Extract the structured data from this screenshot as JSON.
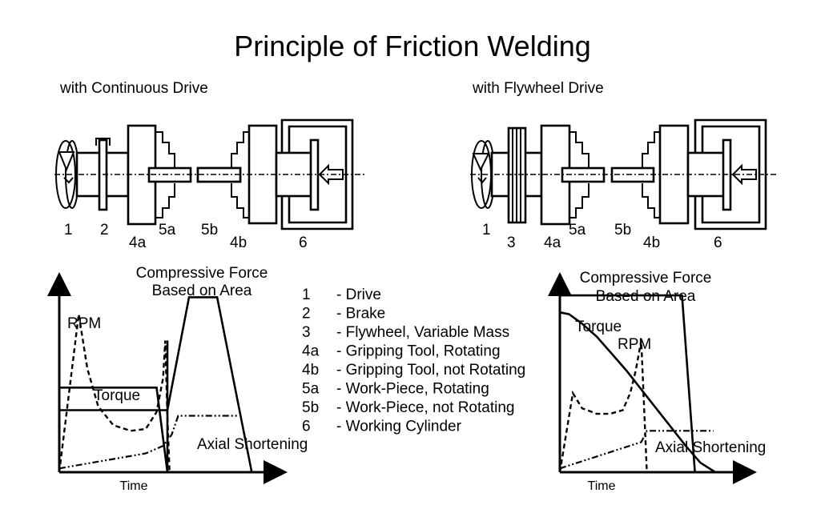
{
  "title": "Principle of Friction Welding",
  "left_section": {
    "subtitle": "with Continuous Drive",
    "part_labels": [
      "1",
      "2",
      "4a",
      "5a",
      "5b",
      "4b",
      "6"
    ]
  },
  "right_section": {
    "subtitle": "with Flywheel Drive",
    "part_labels": [
      "1",
      "3",
      "4a",
      "5a",
      "5b",
      "4b",
      "6"
    ]
  },
  "legend": [
    {
      "key": "1",
      "desc": "- Drive"
    },
    {
      "key": "2",
      "desc": "- Brake"
    },
    {
      "key": "3",
      "desc": "- Flywheel, Variable Mass"
    },
    {
      "key": "4a",
      "desc": "- Gripping Tool, Rotating"
    },
    {
      "key": "4b",
      "desc": "- Gripping Tool, not Rotating"
    },
    {
      "key": "5a",
      "desc": "- Work-Piece, Rotating"
    },
    {
      "key": "5b",
      "desc": "- Work-Piece, not Rotating"
    },
    {
      "key": "6",
      "desc": "- Working Cylinder"
    }
  ],
  "chart_data": [
    {
      "type": "line",
      "name": "continuous-drive-chart",
      "xlabel": "Time",
      "ylabel": "",
      "xlim": [
        0,
        100
      ],
      "ylim": [
        0,
        100
      ],
      "annotations": {
        "force_line1": "Compressive Force",
        "force_line2": "Based on Area",
        "rpm": "RPM",
        "torque": "Torque",
        "axial": "Axial Shortening"
      },
      "series": [
        {
          "name": "Compressive Force",
          "style": "solid",
          "x": [
            0,
            50,
            60,
            73,
            89
          ],
          "y": [
            33,
            33,
            93,
            93,
            0
          ]
        },
        {
          "name": "Torque",
          "style": "solid",
          "x": [
            0,
            45,
            50,
            50
          ],
          "y": [
            45,
            45,
            0,
            70
          ]
        },
        {
          "name": "RPM",
          "style": "dashed",
          "x": [
            0,
            9,
            13,
            18,
            25,
            33,
            40,
            45,
            48,
            49,
            50,
            51
          ],
          "y": [
            0,
            84,
            55,
            35,
            25,
            22,
            23,
            32,
            50,
            70,
            30,
            0
          ]
        },
        {
          "name": "Axial Shortening",
          "style": "dashdot",
          "x": [
            0,
            40,
            48,
            52,
            55,
            83
          ],
          "y": [
            2,
            10,
            14,
            20,
            30,
            30
          ]
        }
      ]
    },
    {
      "type": "line",
      "name": "flywheel-drive-chart",
      "xlabel": "Time",
      "ylabel": "",
      "xlim": [
        0,
        100
      ],
      "ylim": [
        0,
        100
      ],
      "annotations": {
        "force_line1": "Compressive Force",
        "force_line2": "Based on Area",
        "rpm": "RPM",
        "torque": "Torque",
        "axial": "Axial Shortening"
      },
      "series": [
        {
          "name": "Compressive Force",
          "style": "solid",
          "x": [
            0,
            66,
            73
          ],
          "y": [
            94,
            94,
            0
          ]
        },
        {
          "name": "Torque",
          "style": "solid",
          "x": [
            0,
            5,
            12,
            20,
            28,
            36,
            44,
            52,
            60,
            68,
            76,
            84
          ],
          "y": [
            85,
            84,
            79,
            72,
            63,
            54,
            44,
            34,
            24,
            14,
            5,
            0
          ]
        },
        {
          "name": "RPM",
          "style": "dashed",
          "x": [
            0,
            7,
            12,
            20,
            27,
            34,
            38,
            41,
            44,
            47,
            54
          ],
          "y": [
            0,
            42,
            34,
            31,
            31,
            33,
            42,
            54,
            70,
            0,
            0
          ]
        },
        {
          "name": "Axial Shortening",
          "style": "dashdot",
          "x": [
            0,
            44,
            47,
            83
          ],
          "y": [
            2,
            16,
            22,
            22
          ]
        }
      ]
    }
  ]
}
